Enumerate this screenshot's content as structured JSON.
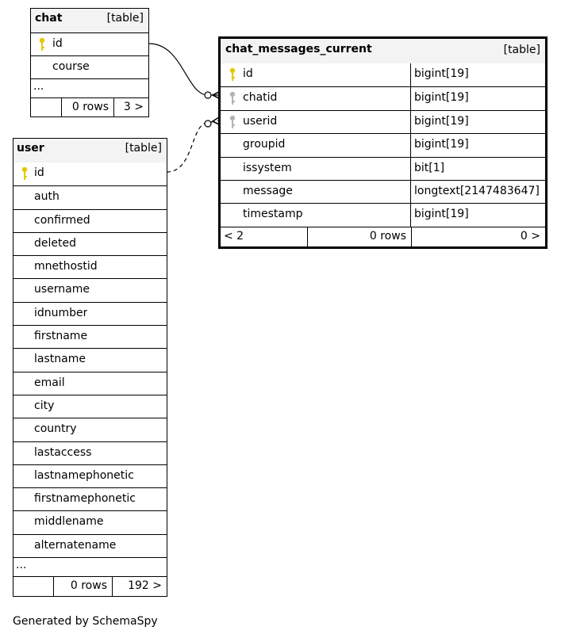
{
  "tables": {
    "chat": {
      "name": "chat",
      "type_label": "[table]",
      "columns": [
        {
          "name": "id",
          "key": "primary"
        },
        {
          "name": "course",
          "key": "none"
        }
      ],
      "more": "...",
      "footer": {
        "left": "",
        "rows": "0 rows",
        "right": "3 >"
      }
    },
    "user": {
      "name": "user",
      "type_label": "[table]",
      "columns": [
        {
          "name": "id",
          "key": "primary"
        },
        {
          "name": "auth"
        },
        {
          "name": "confirmed"
        },
        {
          "name": "deleted"
        },
        {
          "name": "mnethostid"
        },
        {
          "name": "username"
        },
        {
          "name": "idnumber"
        },
        {
          "name": "firstname"
        },
        {
          "name": "lastname"
        },
        {
          "name": "email"
        },
        {
          "name": "city"
        },
        {
          "name": "country"
        },
        {
          "name": "lastaccess"
        },
        {
          "name": "lastnamephonetic"
        },
        {
          "name": "firstnamephonetic"
        },
        {
          "name": "middlename"
        },
        {
          "name": "alternatename"
        }
      ],
      "more": "...",
      "footer": {
        "left": "",
        "rows": "0 rows",
        "right": "192 >"
      }
    },
    "chat_messages_current": {
      "name": "chat_messages_current",
      "type_label": "[table]",
      "columns": [
        {
          "name": "id",
          "type": "bigint[19]",
          "key": "primary"
        },
        {
          "name": "chatid",
          "type": "bigint[19]",
          "key": "foreign"
        },
        {
          "name": "userid",
          "type": "bigint[19]",
          "key": "foreign"
        },
        {
          "name": "groupid",
          "type": "bigint[19]"
        },
        {
          "name": "issystem",
          "type": "bit[1]"
        },
        {
          "name": "message",
          "type": "longtext[2147483647]"
        },
        {
          "name": "timestamp",
          "type": "bigint[19]"
        }
      ],
      "footer": {
        "left": "< 2",
        "rows": "0 rows",
        "right": "0 >"
      }
    }
  },
  "generated_by": "Generated by SchemaSpy",
  "colors": {
    "primary_key": "#e6c800",
    "foreign_key": "#b4b4b4",
    "header_bg": "#f3f3f3",
    "line": "#000000"
  }
}
